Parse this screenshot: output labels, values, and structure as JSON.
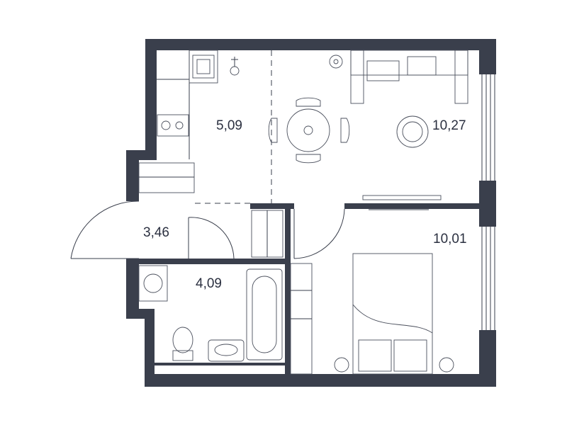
{
  "plan": {
    "rooms": [
      {
        "id": "kitchen",
        "area_label": "5,09"
      },
      {
        "id": "living",
        "area_label": "10,27"
      },
      {
        "id": "hall",
        "area_label": "3,46"
      },
      {
        "id": "bath",
        "area_label": "4,09"
      },
      {
        "id": "bedroom",
        "area_label": "10,01"
      }
    ]
  },
  "colors": {
    "wall": "#3a3f4c",
    "line": "#4a4f5c",
    "text": "#2b3040",
    "background": "#ffffff"
  }
}
